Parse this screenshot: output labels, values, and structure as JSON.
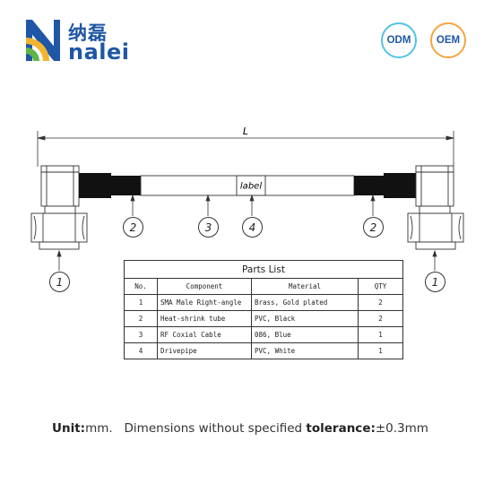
{
  "brand": {
    "name_cn": "纳磊",
    "name_en": "nalei",
    "colors": {
      "blue": "#1f57a6",
      "yellow": "#f2b531",
      "green": "#5fb646",
      "cyan": "#52c3e4",
      "orange": "#f5a640"
    }
  },
  "badges": {
    "odm": "ODM",
    "oem": "OEM"
  },
  "drawing": {
    "dimension_label": "L",
    "label_text": "label",
    "callouts": [
      "1",
      "2",
      "3",
      "4",
      "2",
      "1"
    ]
  },
  "parts_list": {
    "title": "Parts List",
    "headers": [
      "No.",
      "Component",
      "Material",
      "QTY"
    ],
    "rows": [
      [
        "1",
        "SMA Male Right-angle",
        "Brass, Gold plated",
        "2"
      ],
      [
        "2",
        "Heat-shrink tube",
        "PVC, Black",
        "2"
      ],
      [
        "3",
        "RF Coxial Cable",
        "086, Blue",
        "1"
      ],
      [
        "4",
        "Drivepipe",
        "PVC, White",
        "1"
      ]
    ]
  },
  "footer": {
    "unit_label": "Unit:",
    "unit_value": "mm.",
    "dim_text": "Dimensions without specified",
    "tolerance_label": "tolerance:",
    "tolerance_value": "±0.3mm"
  }
}
